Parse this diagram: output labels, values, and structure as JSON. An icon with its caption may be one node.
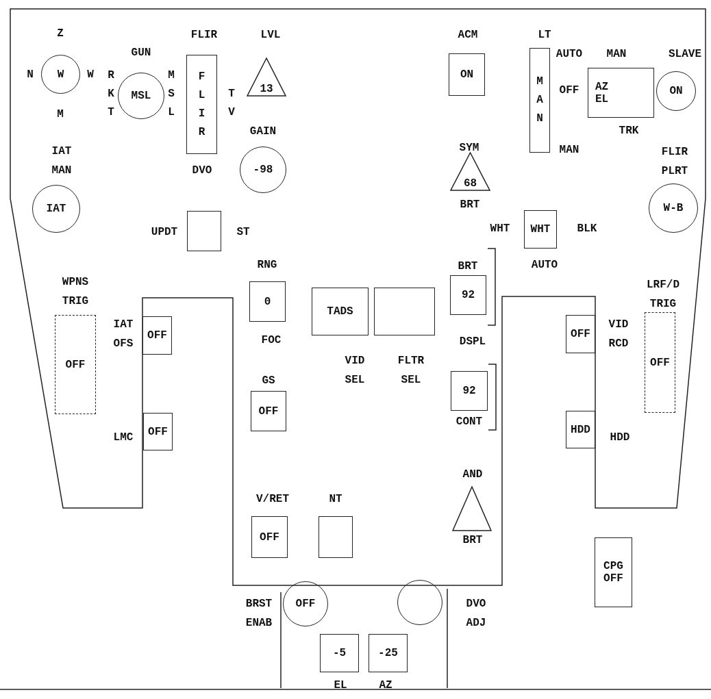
{
  "diagram": {
    "nodes": [
      {
        "text": [
          "W"
        ],
        "beside": [
          "Z",
          "N",
          "W",
          "M"
        ]
      },
      {
        "text": [
          "MSL"
        ],
        "beside": [
          "GUN",
          "R K T",
          "M S L"
        ]
      },
      {
        "text": [
          "F L I R"
        ],
        "beside": [
          "FLIR",
          "T V",
          "DVO"
        ]
      },
      {
        "text": [
          "13"
        ],
        "beside": [
          "LVL"
        ]
      },
      {
        "text": [
          "-98"
        ],
        "beside": [
          "GAIN"
        ]
      },
      {
        "text": [
          "IAT"
        ],
        "beside": [
          "IAT MAN"
        ]
      },
      {
        "text": [],
        "shape": "box",
        "beside": [
          "UPDT",
          "ST"
        ]
      },
      {
        "text": [
          "ON"
        ],
        "beside": [
          "ACM"
        ]
      },
      {
        "text": [
          "M A N"
        ],
        "beside": [
          "LT",
          "AUTO",
          "OFF",
          "MAN"
        ]
      },
      {
        "text": [
          "AZ",
          "EL"
        ],
        "beside": [
          "MAN",
          "TRK"
        ]
      },
      {
        "text": [
          "ON"
        ],
        "beside": [
          "SLAVE"
        ]
      },
      {
        "text": [
          "68"
        ],
        "beside": [
          "SYM",
          "BRT"
        ]
      },
      {
        "text": [
          "WHT"
        ],
        "beside": [
          "WHT",
          "BLK",
          "AUTO"
        ]
      },
      {
        "text": [
          "W-B"
        ],
        "beside": [
          "FLIR PLRT"
        ]
      },
      {
        "text": [
          "0"
        ],
        "beside": [
          "RNG",
          "FOC"
        ]
      },
      {
        "text": [
          "TADS"
        ],
        "beside": [
          "VID SEL"
        ]
      },
      {
        "text": [],
        "shape": "box",
        "beside": [
          "FLTR SEL"
        ]
      },
      {
        "text": [
          "92"
        ],
        "beside": [
          "BRT"
        ]
      },
      {
        "text": [
          "92"
        ],
        "beside": [
          "CONT"
        ]
      },
      {
        "text": [
          "OFF"
        ],
        "beside": [
          "WPNS TRIG"
        ]
      },
      {
        "text": [
          "OFF"
        ],
        "beside": [
          "IAT OFS"
        ]
      },
      {
        "text": [
          "OFF"
        ],
        "beside": [
          "LMC"
        ]
      },
      {
        "text": [
          "OFF"
        ],
        "beside": [
          "GS"
        ]
      },
      {
        "text": [
          "OFF"
        ],
        "beside": [
          "V/RET"
        ]
      },
      {
        "text": [],
        "shape": "box",
        "beside": [
          "NT"
        ]
      },
      {
        "text": [],
        "shape": "triangle",
        "beside": [
          "AND",
          "BRT"
        ]
      },
      {
        "text": [
          "OFF"
        ],
        "beside": [
          "VID RCD"
        ]
      },
      {
        "text": [
          "HDD"
        ],
        "beside": [
          "HDD"
        ]
      },
      {
        "text": [
          "OFF"
        ],
        "beside": [
          "LRF/D TRIG"
        ]
      },
      {
        "text": [
          "CPG",
          "OFF"
        ]
      },
      {
        "text": [
          "OFF"
        ],
        "beside": [
          "BRST ENAB"
        ]
      },
      {
        "text": [],
        "shape": "circle",
        "beside": [
          "DVO ADJ"
        ]
      },
      {
        "text": [
          "-5"
        ],
        "beside": [
          "EL"
        ]
      },
      {
        "text": [
          "-25"
        ],
        "beside": [
          "AZ"
        ]
      }
    ],
    "labels": [
      "DSPL"
    ]
  }
}
